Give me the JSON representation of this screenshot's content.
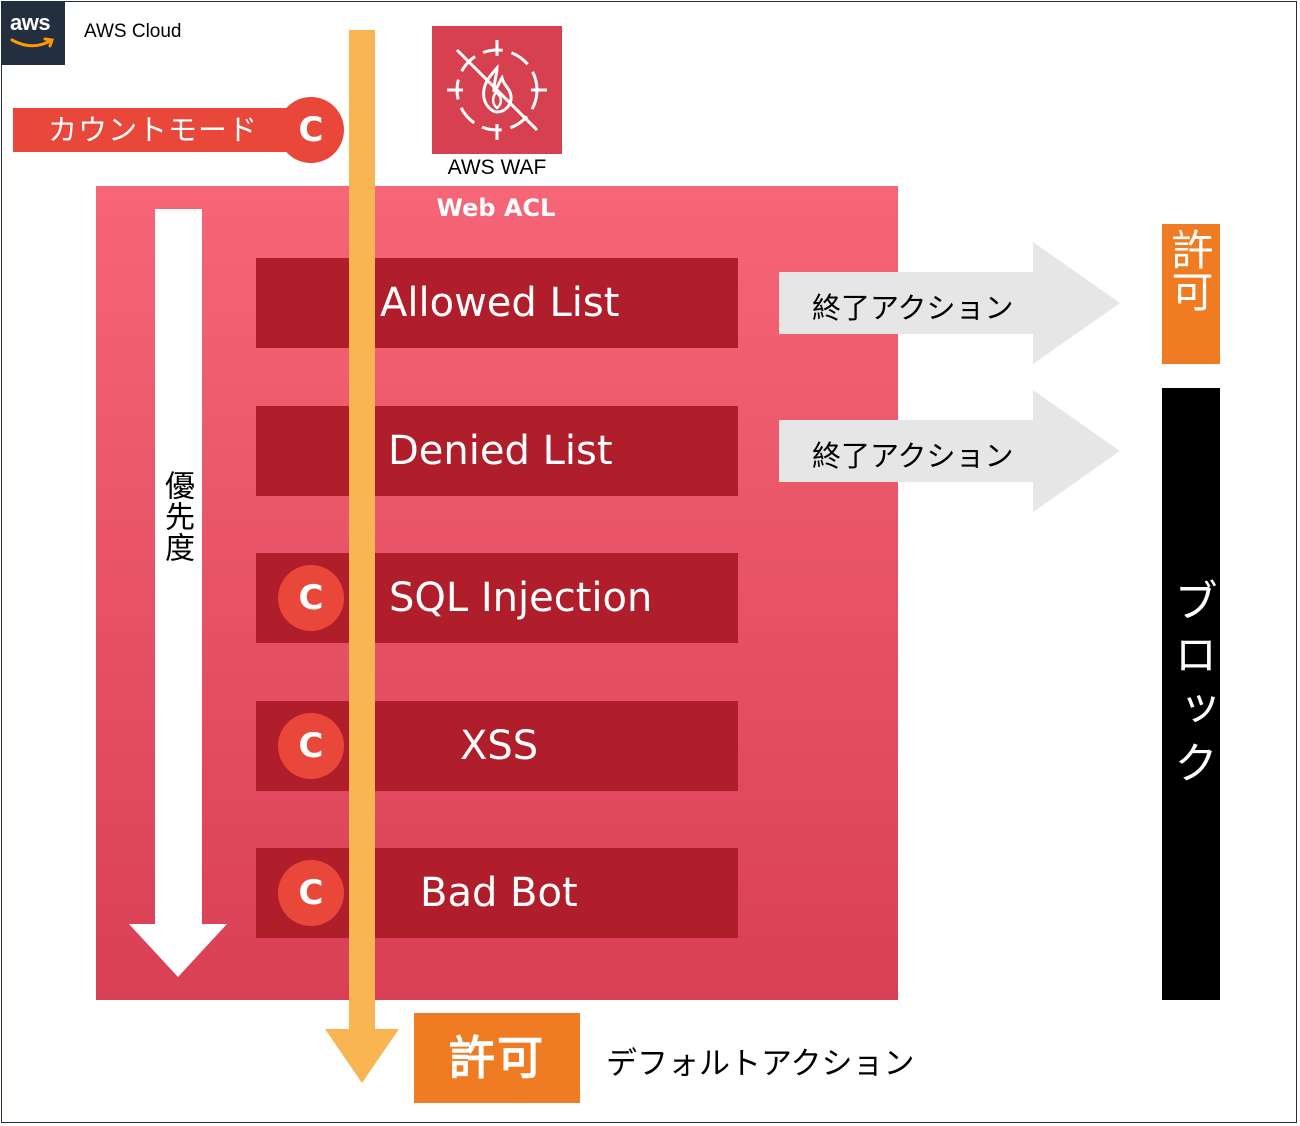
{
  "header": {
    "logo_text": "aws",
    "cloud_label": "AWS Cloud"
  },
  "count_mode": {
    "label": "カウントモード",
    "badge": "C"
  },
  "waf": {
    "service_label": "AWS WAF",
    "icon": "waf-flame-icon",
    "acl_label": "Web ACL"
  },
  "priority": {
    "label": "優先度"
  },
  "rules": [
    {
      "label": "Allowed List",
      "count_mode": false
    },
    {
      "label": "Denied List",
      "count_mode": false
    },
    {
      "label": "SQL Injection",
      "count_mode": true,
      "badge": "C"
    },
    {
      "label": "XSS",
      "count_mode": true,
      "badge": "C"
    },
    {
      "label": "Bad Bot",
      "count_mode": true,
      "badge": "C"
    }
  ],
  "terminating_actions": [
    {
      "label": "終了アクション",
      "target": "許可"
    },
    {
      "label": "終了アクション",
      "target": "ブロック"
    }
  ],
  "outcomes": {
    "allow": "許可",
    "block": "ブロック"
  },
  "default_action": {
    "value": "許可",
    "label": "デフォルトアクション"
  },
  "colors": {
    "acl_top": "#f66677",
    "acl_bottom": "#d93f55",
    "rule": "#b01e2c",
    "count_red": "#e9473a",
    "flow_orange": "#f9b552",
    "allow_orange": "#ef7c22",
    "block": "#000000",
    "terminating_arrow": "#e6e6e6",
    "aws_dark": "#232f3e"
  }
}
